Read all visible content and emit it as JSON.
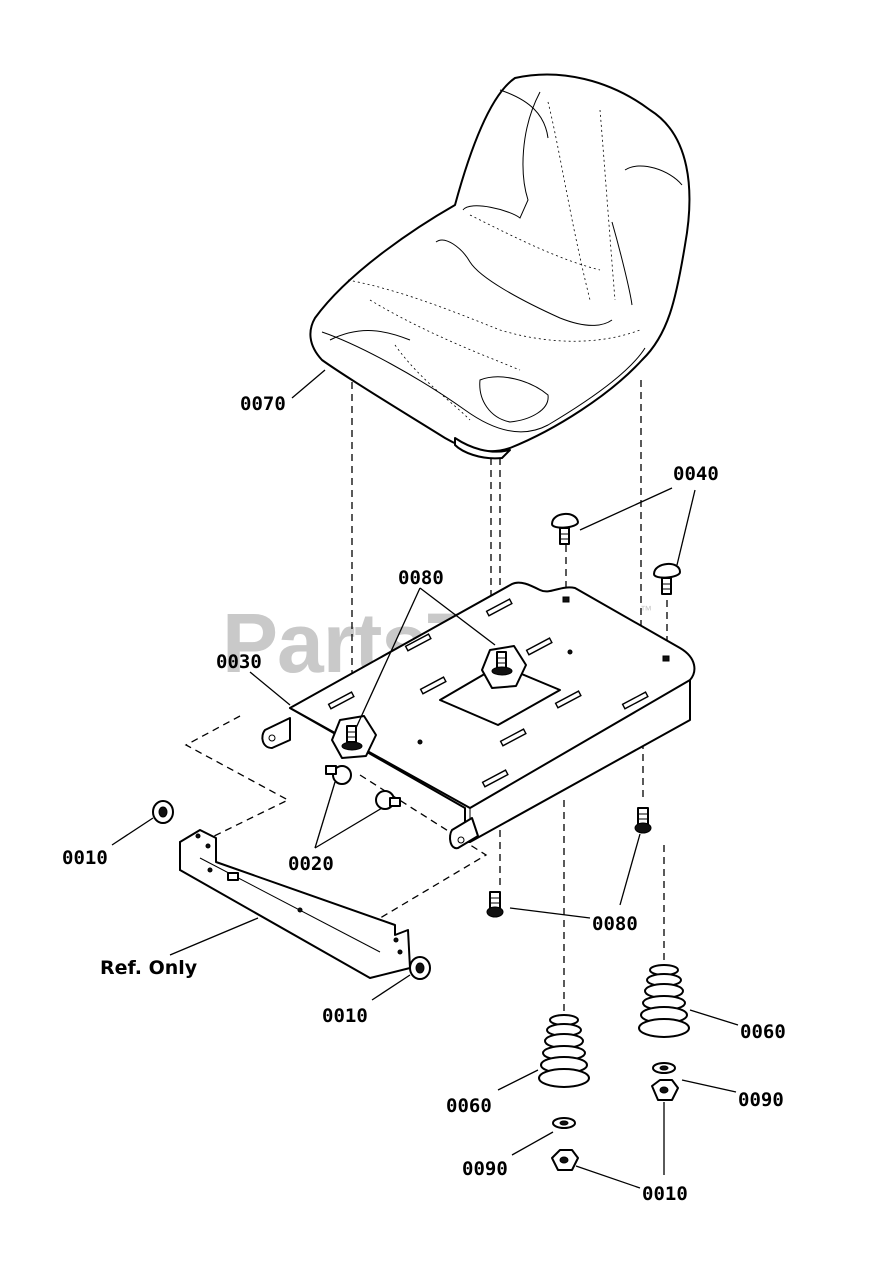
{
  "watermark": {
    "text": "PartsTree",
    "trademark": "™"
  },
  "callouts": {
    "c0070": "0070",
    "c0040": "0040",
    "c0080_top": "0080",
    "c0030": "0030",
    "c0010_left": "0010",
    "c0020": "0020",
    "c0080_right": "0080",
    "ref_only": "Ref. Only",
    "c0010_mid": "0010",
    "c0060_right": "0060",
    "c0060_left": "0060",
    "c0090_right": "0090",
    "c0090_left": "0090",
    "c0010_bottom": "0010"
  }
}
